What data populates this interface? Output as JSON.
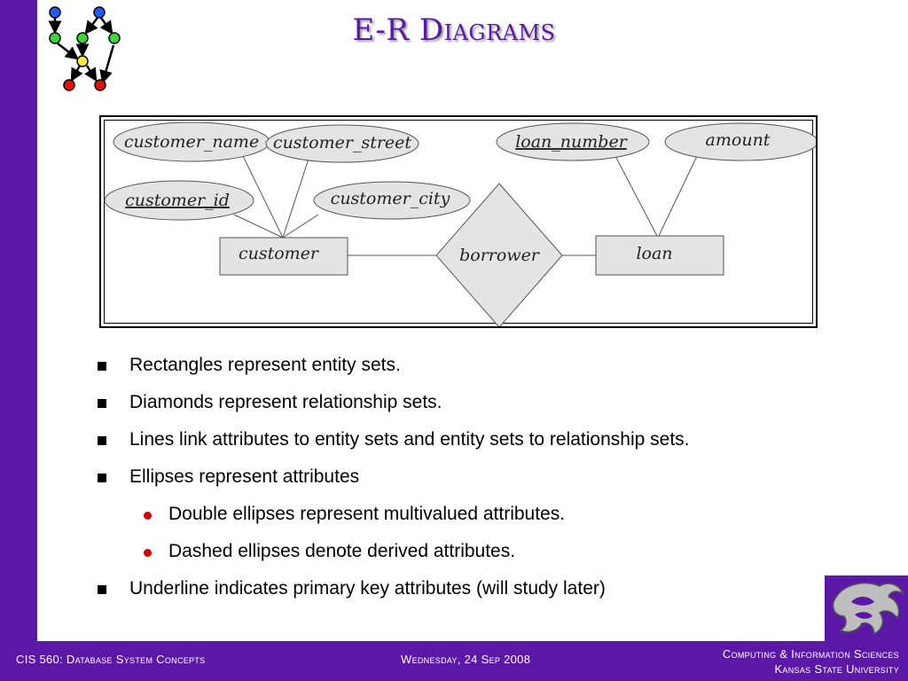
{
  "slide": {
    "title": "E-R Diagrams"
  },
  "diagram": {
    "attributes": {
      "customer_name": "customer_name",
      "customer_street": "customer_street",
      "customer_id": "customer_id",
      "customer_city": "customer_city",
      "loan_number": "loan_number",
      "amount": "amount"
    },
    "entities": {
      "customer": "customer",
      "loan": "loan"
    },
    "relationship": "borrower"
  },
  "bullets": [
    "Rectangles represent entity sets.",
    "Diamonds represent relationship sets.",
    "Lines link attributes to entity sets and entity sets to relationship sets.",
    "Ellipses represent attributes",
    "Double ellipses represent multivalued attributes.",
    "Dashed ellipses denote derived attributes.",
    "Underline indicates primary key attributes (will study later)"
  ],
  "footer": {
    "course": "CIS 560: Database System Concepts",
    "date": "Wednesday, 24 Sep 2008",
    "dept_line1": "Computing & Information Sciences",
    "dept_line2": "Kansas State University"
  },
  "colors": {
    "brand_purple": "#5b17a6",
    "sub_bullet_red": "#d00000"
  }
}
